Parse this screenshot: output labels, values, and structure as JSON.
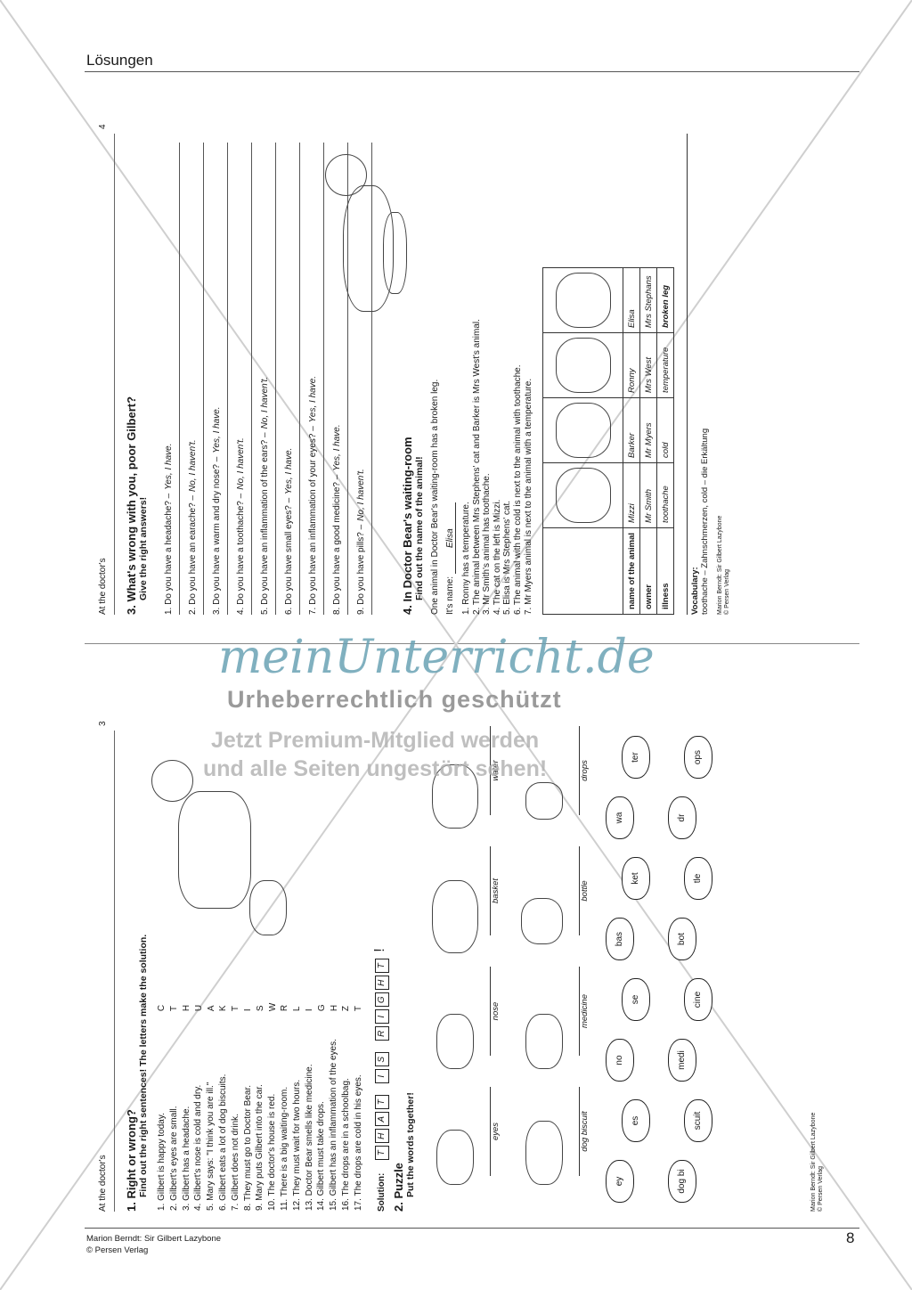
{
  "header": {
    "title": "Lösungen"
  },
  "footer": {
    "author": "Marion Berndt: Sir Gilbert Lazybone",
    "publisher": "© Persen Verlag",
    "page": "8"
  },
  "page3": {
    "header": "At the doctor's",
    "num": "3",
    "s1_title": "1.  Right or wrong?",
    "s1_instr": "Find out the right sentences! The letters make the solution.",
    "sentences": [
      {
        "t": "1. Gilbert is happy today.",
        "l": "C"
      },
      {
        "t": "2. Gilbert's eyes are small.",
        "l": "T"
      },
      {
        "t": "3. Gilbert has a headache.",
        "l": "H"
      },
      {
        "t": "4. Gilbert's nose is cold and dry.",
        "l": "U"
      },
      {
        "t": "5. Mary says: \"I think you are ill.\"",
        "l": "A"
      },
      {
        "t": "6. Gilbert eats a lot of dog biscuits.",
        "l": "K"
      },
      {
        "t": "7. Gilbert does not drink.",
        "l": "T"
      },
      {
        "t": "8. They must go to Doctor Bear.",
        "l": "I"
      },
      {
        "t": "9. Mary puts Gilbert into the car.",
        "l": "S"
      },
      {
        "t": "10. The doctor's house is red.",
        "l": "W"
      },
      {
        "t": "11. There is a big waiting-room.",
        "l": "R"
      },
      {
        "t": "12. They must wait for two hours.",
        "l": "L"
      },
      {
        "t": "13. Doctor Bear smells like medicine.",
        "l": "I"
      },
      {
        "t": "14. Gilbert must take drops.",
        "l": "G"
      },
      {
        "t": "15. Gilbert has an inflammation of the eyes.",
        "l": "H"
      },
      {
        "t": "16. The drops are in a schoolbag.",
        "l": "Z"
      },
      {
        "t": "17. The drops are cold in his eyes.",
        "l": "T"
      }
    ],
    "solution_label": "Solution:",
    "solution_words": [
      [
        "T",
        "H",
        "A",
        "T"
      ],
      [
        "I",
        "S"
      ],
      [
        "R",
        "I",
        "G",
        "H",
        "T"
      ]
    ],
    "solution_end": "!",
    "s2_title": "2.  Puzzle",
    "s2_instr": "Put the words together!",
    "words_top": [
      "eyes",
      "nose",
      "basket",
      "water"
    ],
    "words_bottom": [
      "dog biscuit",
      "medicine",
      "bottle",
      "drops"
    ],
    "pieces": [
      "ey",
      "es",
      "no",
      "se",
      "bas",
      "ket",
      "wa",
      "ter",
      "dog bi",
      "scuit",
      "medi",
      "cine",
      "bot",
      "tle",
      "dr",
      "ops"
    ],
    "credit1": "Marion Berndt: Sir Gilbert Lazybone",
    "credit2": "© Persen Verlag"
  },
  "page4": {
    "header": "At the doctor's",
    "num": "4",
    "s3_title": "3.  What's wrong with you, poor Gilbert?",
    "s3_instr": "Give the right answers!",
    "questions": [
      {
        "q": "1. Do you have a headache? –",
        "a": "Yes, I have."
      },
      {
        "q": "2. Do you have an earache? –",
        "a": "No, I haven't."
      },
      {
        "q": "3. Do you have a warm and dry nose? –",
        "a": "Yes, I have."
      },
      {
        "q": "4. Do you have a toothache? –",
        "a": "No, I haven't."
      },
      {
        "q": "5. Do you have an inflammation of the ears? –",
        "a": "No, I haven't."
      },
      {
        "q": "6. Do you have small eyes? –",
        "a": "Yes, I have."
      },
      {
        "q": "7. Do you have an inflammation of your eyes? –",
        "a": "Yes, I have."
      },
      {
        "q": "8. Do you have a good medicine? –",
        "a": "Yes, I have."
      },
      {
        "q": "9. Do you have pills? –",
        "a": "No, I haven't."
      }
    ],
    "s4_title": "4.  In Doctor Bear's waiting-room",
    "s4_instr": "Find out the name of the animal!",
    "intro": "One animal in Doctor Bear's waiting-room has a broken leg.",
    "name_label": "It's name:",
    "name_value": "Elisa",
    "clues": [
      "1. Ronny has a temperature.",
      "2. The animal between Mrs Stephens' cat and Barker is Mrs West's animal.",
      "3. Mr Smith's animal has toothache.",
      "4. The cat on the left is Mizzi.",
      "5. Elisa is Mrs Stephens' cat.",
      "6. The animal with the cold is next to the animal with toothache.",
      "7. Mr Myers animal is next to the animal with a temperature."
    ],
    "table": {
      "rows": [
        {
          "h": "name of the animal",
          "v": [
            "Mizzi",
            "Barker",
            "Ronny",
            "Elisa"
          ]
        },
        {
          "h": "owner",
          "v": [
            "Mr Smith",
            "Mr Myers",
            "Mrs West",
            "Mrs Stephans"
          ]
        },
        {
          "h": "illness",
          "v": [
            "toothache",
            "cold",
            "temperature",
            "broken leg"
          ]
        }
      ]
    },
    "vocab_title": "Vocabulary:",
    "vocab_text": "toothache – Zahnschmerzen, cold – die Erkältung",
    "credit1": "Marion Berndt: Sir Gilbert Lazybone",
    "credit2": "© Persen Verlag"
  },
  "watermark": {
    "brand": "meinUnterricht.de",
    "line1": "Urheberrechtlich geschützt",
    "line2": "Jetzt Premium-Mitglied werden",
    "line3": "und alle Seiten ungestört sehen!"
  }
}
